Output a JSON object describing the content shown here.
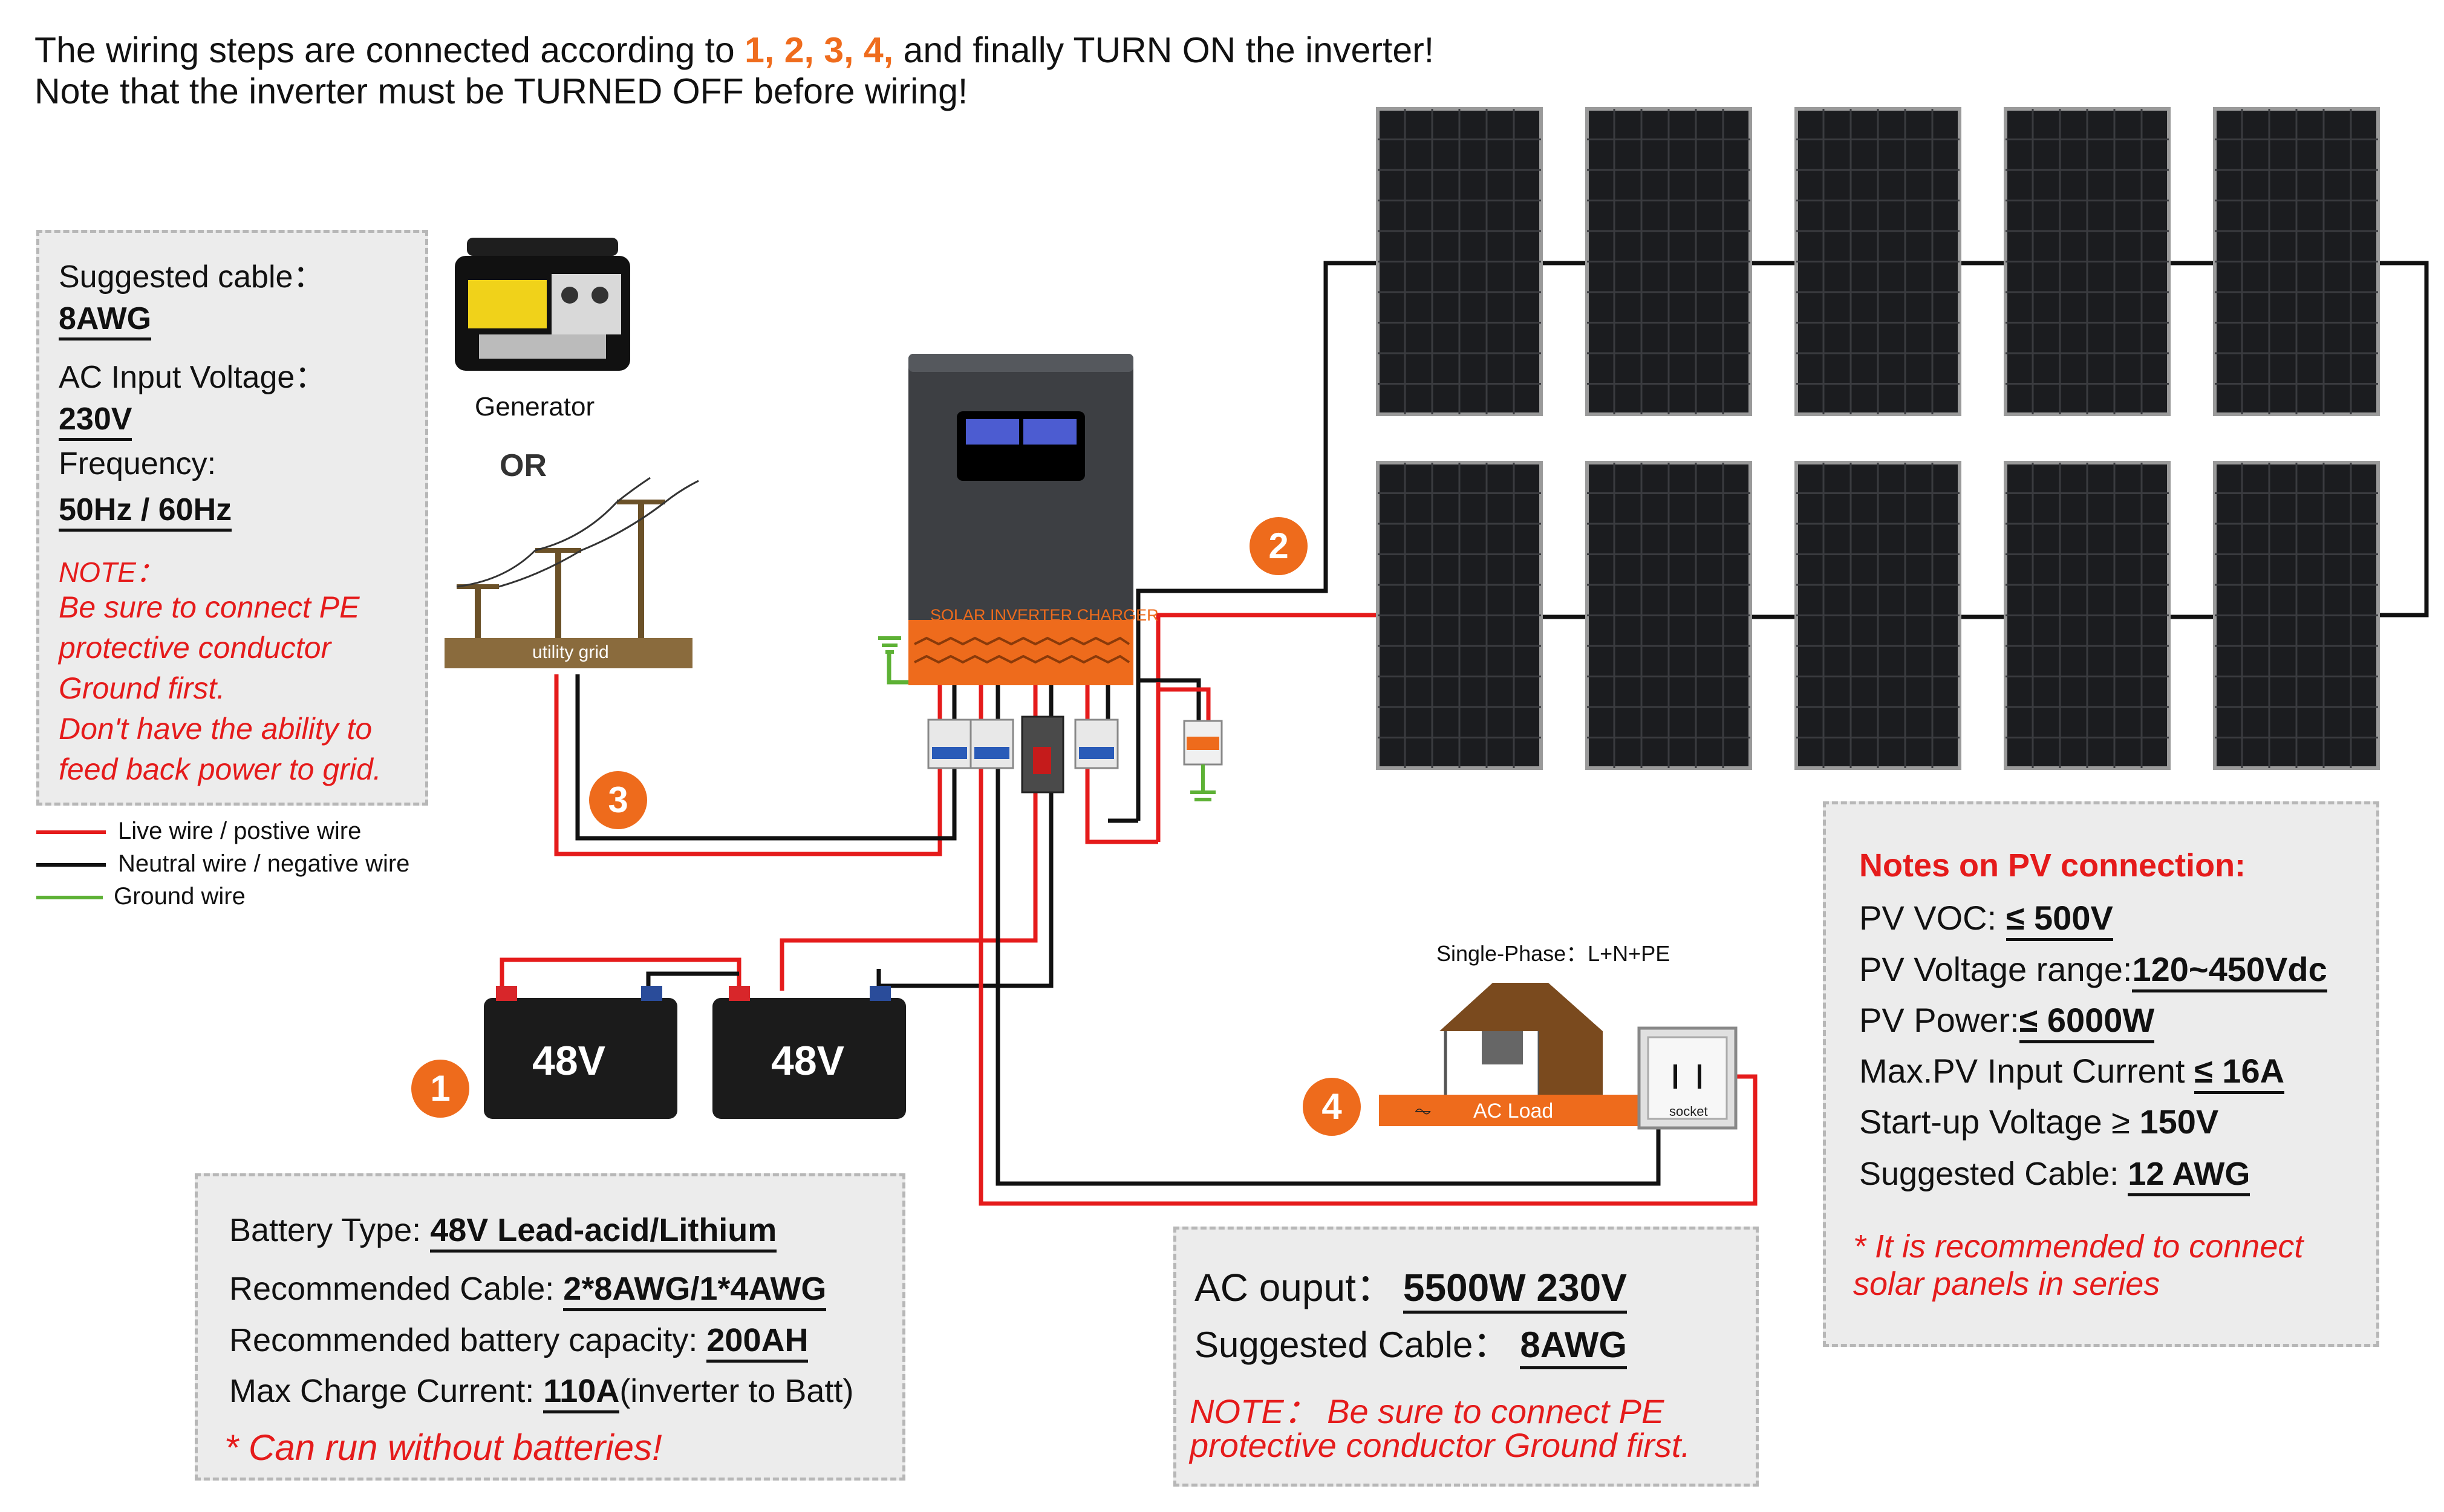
{
  "header": {
    "line1_pre": "The wiring steps are connected according to ",
    "line1_steps": "1, 2, 3, 4,",
    "line1_post": " and finally TURN ON the inverter!",
    "line2": "Note that the inverter must be TURNED OFF before wiring!"
  },
  "ac_input_box": {
    "cable_label": "Suggested cable：",
    "cable_value": "8AWG",
    "voltage_label": "AC Input Voltage：",
    "voltage_value": "230V",
    "freq_label": "Frequency:",
    "freq_value": "50Hz / 60Hz",
    "note_title": "NOTE：",
    "note_lines": [
      "Be sure to  connect PE",
      "protective  conductor",
      "Ground  first.",
      "Don't have the ability to",
      "feed back power to grid."
    ]
  },
  "legend": {
    "live": "Live wire / postive wire",
    "neutral": "Neutral wire  / negative wire",
    "ground": "Ground wire",
    "colors": {
      "live": "#e51b1b",
      "neutral": "#111111",
      "ground": "#5db135"
    }
  },
  "sources": {
    "generator": "Generator",
    "or": "OR",
    "grid": "utility grid"
  },
  "inverter": {
    "label": "SOLAR INVERTER CHARGER"
  },
  "steps": [
    "1",
    "2",
    "3",
    "4"
  ],
  "batteries": [
    "48V",
    "48V"
  ],
  "load": {
    "phase": "Single-Phase：L+N+PE",
    "ac_load": "AC Load",
    "socket": "socket"
  },
  "battery_box": {
    "type_label": "Battery Type: ",
    "type_value": "48V Lead-acid/Lithium",
    "cable_label": "Recommended Cable: ",
    "cable_value": "2*8AWG/1*4AWG",
    "capacity_label": "Recommended battery capacity: ",
    "capacity_value": "200AH",
    "charge_label": "Max Charge Current: ",
    "charge_value": "110A",
    "charge_suffix": "(inverter to Batt)",
    "note": "* Can run without batteries!"
  },
  "ac_output_box": {
    "output_label": "AC ouput：",
    "output_value": "5500W 230V",
    "cable_label": "Suggested Cable：",
    "cable_value": "8AWG",
    "note_line1": "NOTE： Be sure to  connect PE",
    "note_line2": "protective  conductor Ground  first."
  },
  "pv_box": {
    "title": "Notes on PV connection:",
    "voc_label": "PV VOC: ",
    "voc_value": "≤ 500V",
    "range_label": "PV Voltage range:",
    "range_value": "120~450Vdc",
    "power_label": "PV Power:",
    "power_value": "≤ 6000W",
    "current_label": "Max.PV Input Current ",
    "current_value": "≤ 16A",
    "startup_label": "Start-up Voltage ≥ ",
    "startup_value": "150V",
    "cable_label": "Suggested Cable: ",
    "cable_value": "12 AWG",
    "note_line1": "* It is recommended to connect",
    "note_line2": "solar panels in series"
  },
  "colors": {
    "accent": "#ee6b1c",
    "red": "#e51b1b",
    "box_bg": "#ececec",
    "inverter_body": "#3d3f43",
    "panel": "#1b1c1f"
  }
}
